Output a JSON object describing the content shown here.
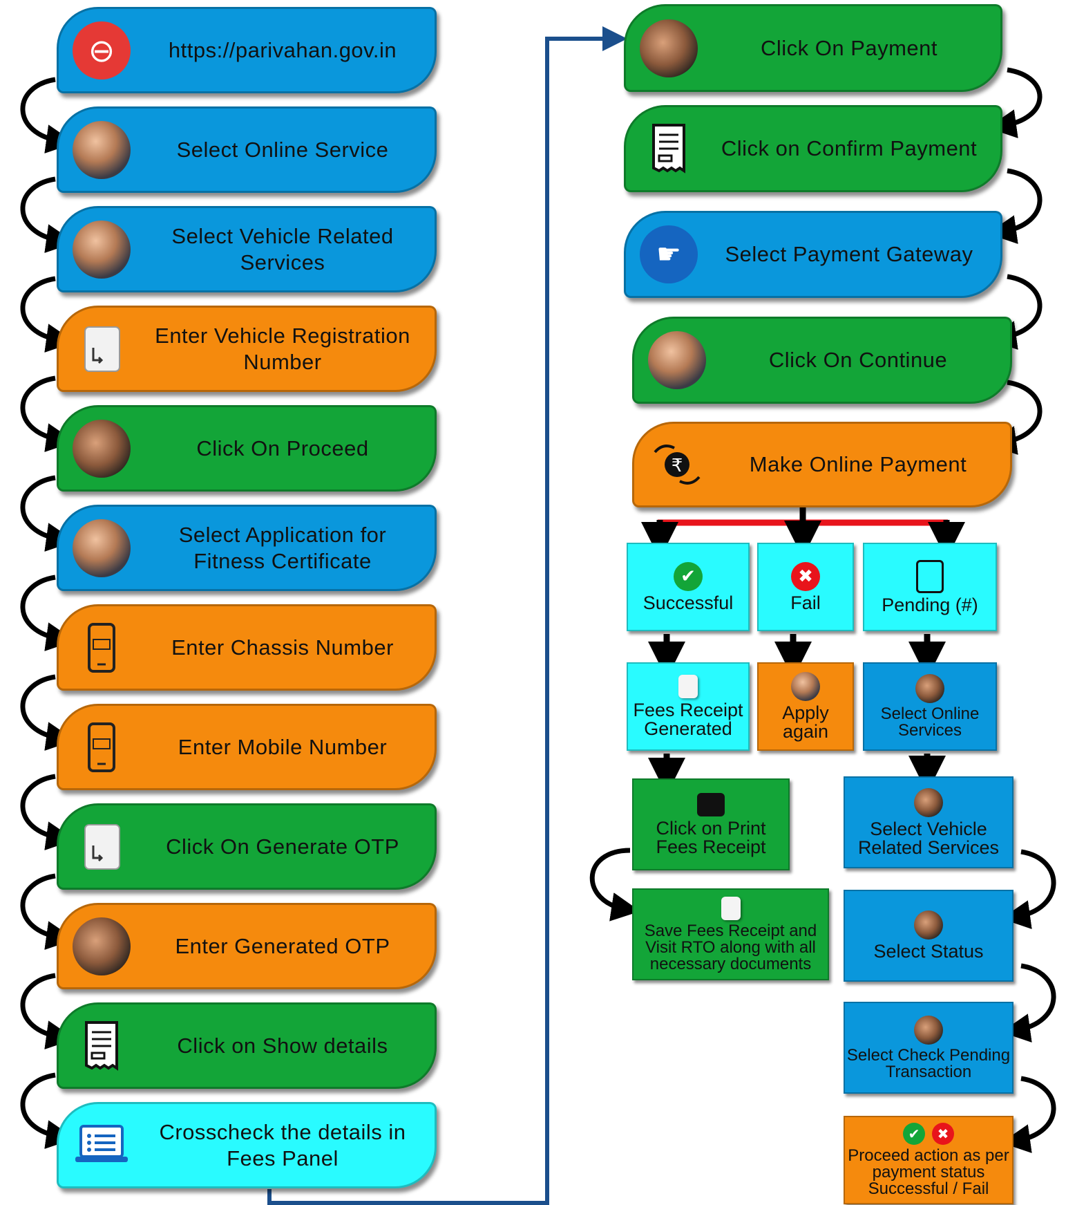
{
  "left_steps": [
    {
      "label": "https://parivahan.gov.in",
      "color": "#0a97dc",
      "icon": "link-icon"
    },
    {
      "label": "Select Online Service",
      "color": "#0a97dc",
      "icon": "keyboard-hand-icon"
    },
    {
      "label": "Select Vehicle Related Services",
      "color": "#0a97dc",
      "icon": "keyboard-hand-icon"
    },
    {
      "label": "Enter Vehicle Registration Number",
      "color": "#f58a0d",
      "icon": "document-page-icon"
    },
    {
      "label": "Click On Proceed",
      "color": "#13a538",
      "icon": "mouse-hand-icon"
    },
    {
      "label": "Select Application for Fitness Certificate",
      "color": "#0a97dc",
      "icon": "keyboard-hand-icon"
    },
    {
      "label": "Enter Chassis Number",
      "color": "#f58a0d",
      "icon": "mobile-phone-icon"
    },
    {
      "label": "Enter Mobile Number",
      "color": "#f58a0d",
      "icon": "mobile-phone-icon"
    },
    {
      "label": "Click On Generate OTP",
      "color": "#13a538",
      "icon": "document-page-icon"
    },
    {
      "label": "Enter Generated OTP",
      "color": "#f58a0d",
      "icon": "mouse-hand-icon"
    },
    {
      "label": "Click on Show details",
      "color": "#13a538",
      "icon": "receipt-icon"
    },
    {
      "label": "Crosscheck the details in Fees Panel",
      "color": "#29fbff",
      "icon": "laptop-list-icon"
    }
  ],
  "right_steps": [
    {
      "label": "Click On Payment",
      "color": "#13a538",
      "icon": "mouse-hand-icon"
    },
    {
      "label": "Click on Confirm Payment",
      "color": "#13a538",
      "icon": "receipt-icon"
    },
    {
      "label": "Select Payment Gateway",
      "color": "#0a97dc",
      "icon": "payment-gateway-icon"
    },
    {
      "label": "Click On Continue",
      "color": "#13a538",
      "icon": "keyboard-hand-icon"
    },
    {
      "label": "Make Online Payment",
      "color": "#f58a0d",
      "icon": "rupee-exchange-icon"
    }
  ],
  "outcomes": [
    {
      "label": "Successful",
      "icon": "check-circle-icon",
      "color": "#29fbff"
    },
    {
      "label": "Fail",
      "icon": "cross-circle-icon",
      "color": "#29fbff"
    },
    {
      "label": "Pending (#)",
      "icon": "pending-document-icon",
      "color": "#29fbff"
    }
  ],
  "success_branch": [
    {
      "label": "Fees Receipt Generated",
      "color": "#29fbff",
      "icon": "receipt-icon"
    },
    {
      "label": "Click on Print Fees Receipt",
      "color": "#13a538",
      "icon": "printer-icon"
    },
    {
      "label": "Save Fees Receipt and Visit RTO along with all necessary documents",
      "color": "#13a538",
      "icon": "receipt-icon"
    }
  ],
  "fail_branch": [
    {
      "label": "Apply again",
      "color": "#f58a0d",
      "icon": "keyboard-hand-icon"
    }
  ],
  "pending_branch": [
    {
      "label": "Select Online Services",
      "color": "#0a97dc",
      "icon": "mouse-hand-icon"
    },
    {
      "label": "Select Vehicle Related Services",
      "color": "#0a97dc",
      "icon": "mouse-hand-icon"
    },
    {
      "label": "Select Status",
      "color": "#0a97dc",
      "icon": "mouse-hand-icon"
    },
    {
      "label": "Select Check Pending Transaction",
      "color": "#0a97dc",
      "icon": "mouse-hand-icon"
    },
    {
      "label": "Proceed action as per payment status Successful / Fail",
      "color": "#f58a0d",
      "icon": "check-cross-icons"
    }
  ]
}
